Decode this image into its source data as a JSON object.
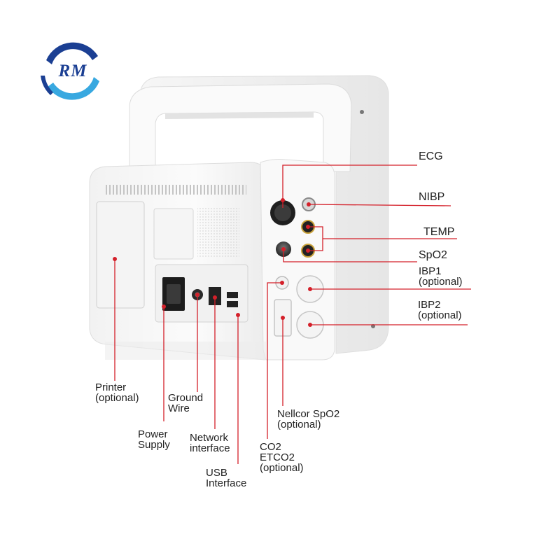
{
  "logo": {
    "text": "RM",
    "colors": {
      "ring_dark": "#1b3f93",
      "ring_light": "#38a8e0",
      "text": "#1b3f93"
    }
  },
  "labels": {
    "ecg": "ECG",
    "nibp": "NIBP",
    "temp": "TEMP",
    "spo2": "SpO2",
    "ibp1": [
      "IBP1",
      "(optional)"
    ],
    "ibp2": [
      "IBP2",
      "(optional)"
    ],
    "printer": [
      "Printer",
      "(optional)"
    ],
    "ground_wire": [
      "Ground",
      "Wire"
    ],
    "power_supply": [
      "Power",
      "Supply"
    ],
    "network_interface": [
      "Network",
      "interface"
    ],
    "usb_interface": [
      "USB",
      "Interface"
    ],
    "co2": [
      "CO2",
      "ETCO2",
      "(optional)"
    ],
    "nellcor_spo2": [
      "Nellcor SpO2",
      "(optional)"
    ]
  },
  "colors": {
    "leader_line": "#d4202a",
    "device_body": "#f7f7f7",
    "device_edge": "#d9d9d9",
    "text": "#222222"
  }
}
